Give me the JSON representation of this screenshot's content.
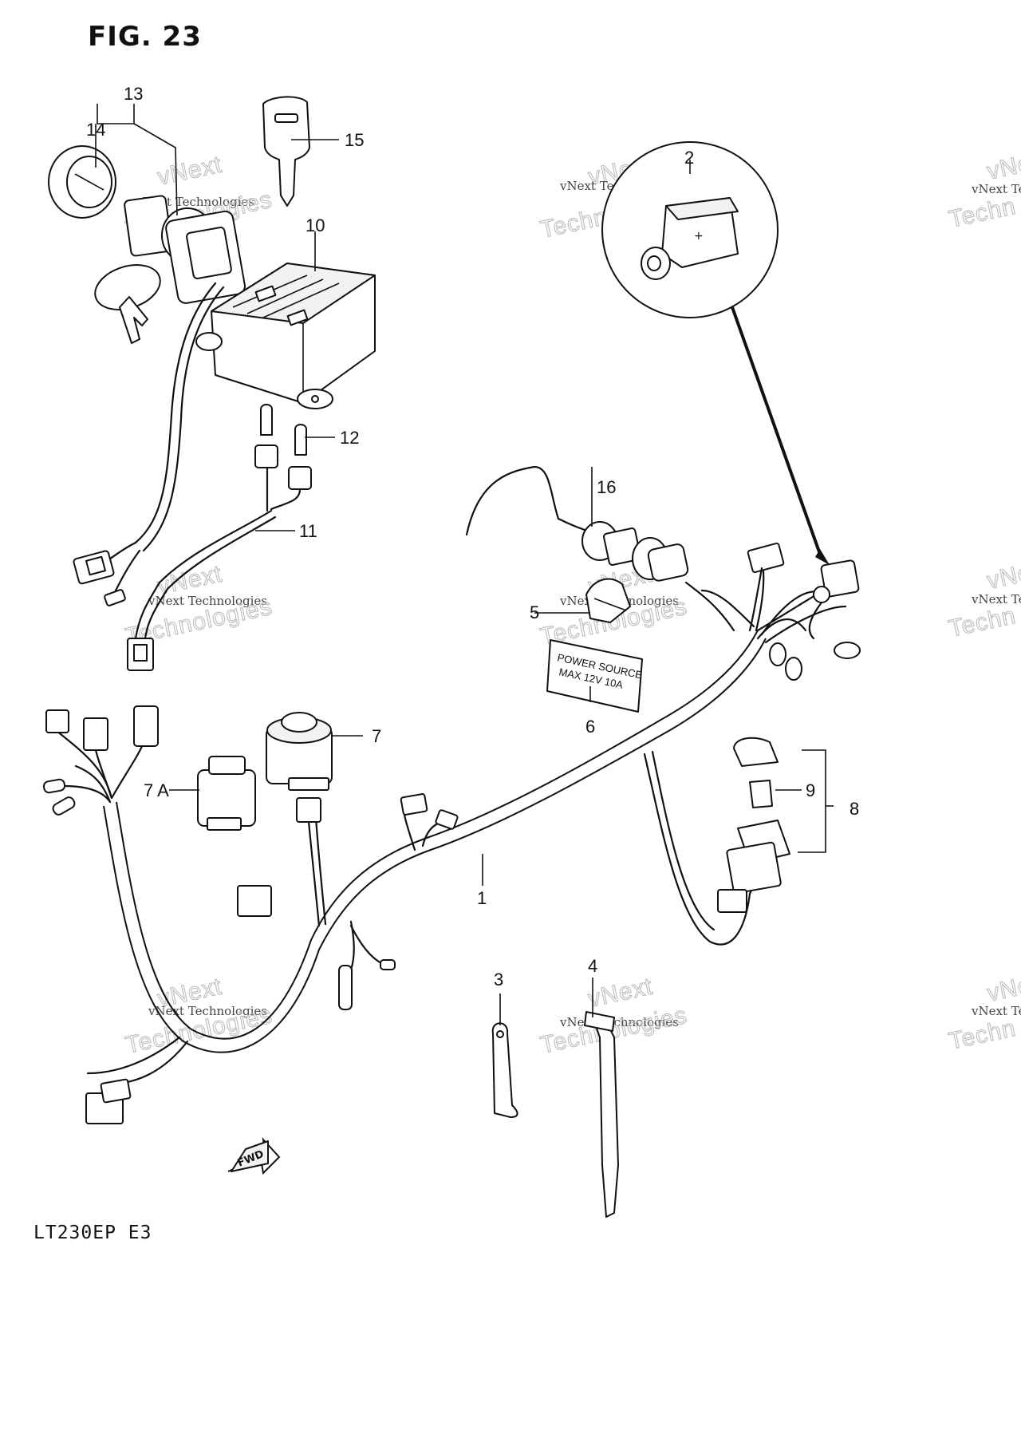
{
  "figure": {
    "title": "FIG. 23",
    "model": "LT230EP  E3",
    "fwd_label": "FWD",
    "source_label": {
      "line1": "POWER   SOURCE",
      "line2": "MAX       12V  10A"
    }
  },
  "watermark": {
    "brand": "vNext",
    "company": "vNext Technologies",
    "word": "Technologies",
    "edge_brand": "vNext",
    "edge_company": "vNext Technologies",
    "edge_word": "Techn"
  },
  "callouts": {
    "c1": "1",
    "c2": "2",
    "c3": "3",
    "c4": "4",
    "c5": "5",
    "c6": "6",
    "c7": "7",
    "c7a": "7 A",
    "c8": "8",
    "c9": "9",
    "c10": "10",
    "c11": "11",
    "c12": "12",
    "c13": "13",
    "c14": "14",
    "c15": "15",
    "c16": "16"
  }
}
